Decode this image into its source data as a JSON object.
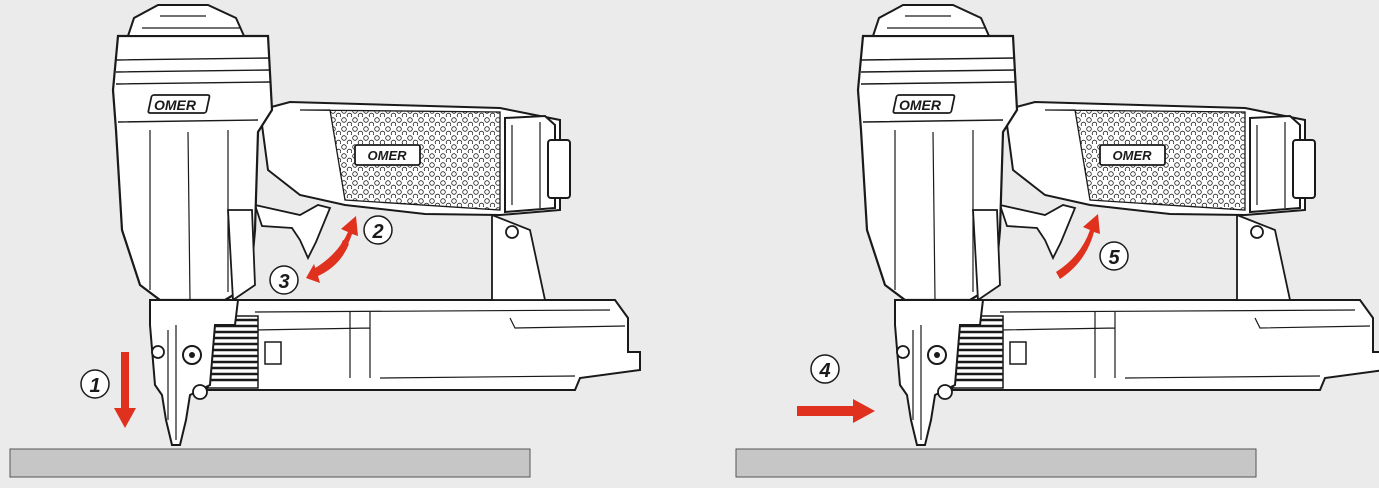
{
  "background_color": "#ebebeb",
  "line_color": "#1a1a1a",
  "arrow_color": "#e0301e",
  "surface_color": "#c6c6c6",
  "brand_text": "OMER",
  "panels": [
    {
      "name": "left",
      "steps": [
        {
          "label": "1",
          "arrow": "down-arrow"
        },
        {
          "label": "2",
          "arrow": "curved-up-arrow"
        },
        {
          "label": "3",
          "arrow": "curved-down-arrow"
        }
      ]
    },
    {
      "name": "right",
      "steps": [
        {
          "label": "4",
          "arrow": "right-arrow"
        },
        {
          "label": "5",
          "arrow": "curved-up-arrow"
        }
      ]
    }
  ]
}
